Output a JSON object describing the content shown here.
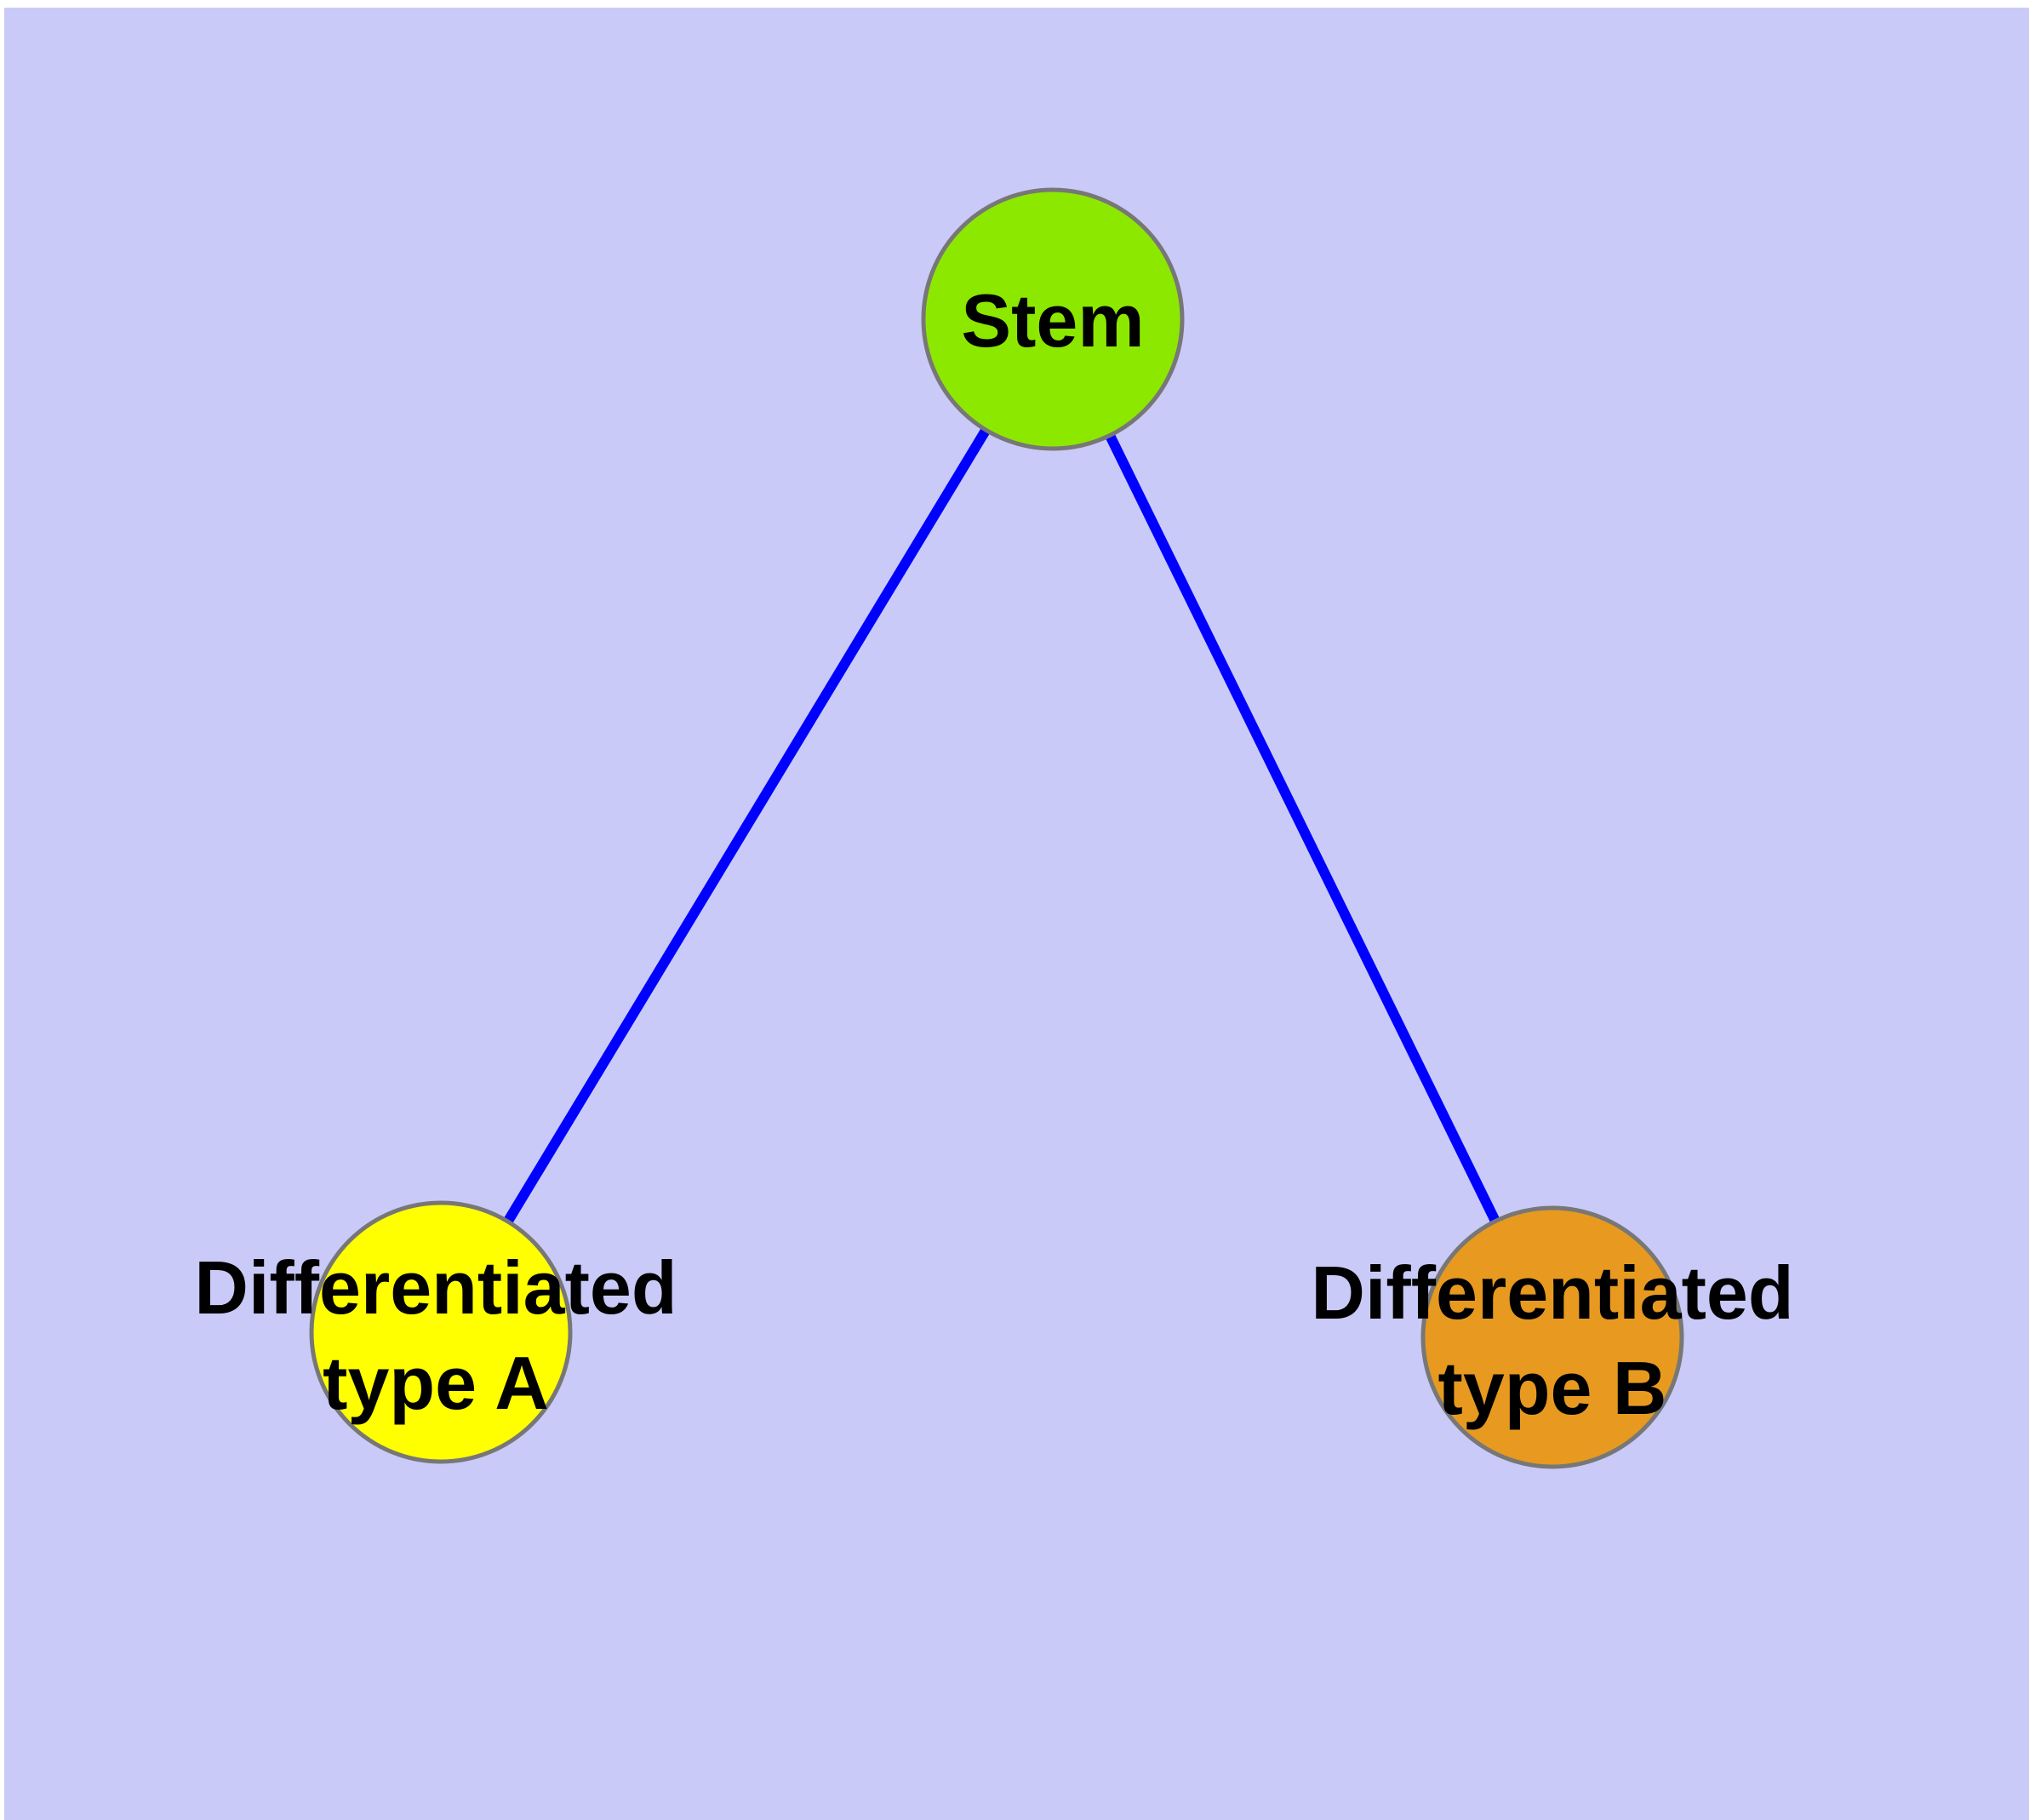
{
  "figure": {
    "background_color": "#CACAF8",
    "margin_color": "#FFFFFF",
    "edge_color": "#0000FF",
    "node_border_color": "#777777",
    "text_color": "#000000"
  },
  "graph": {
    "nodes": [
      {
        "id": "stem",
        "label": "Stem",
        "label_line1": "Stem",
        "label_line2": "",
        "fill": "#8DE800"
      },
      {
        "id": "diff-a",
        "label": "Differentiated type A",
        "label_line1": "Differentiated",
        "label_line2": "type A",
        "fill": "#FFFF00"
      },
      {
        "id": "diff-b",
        "label": "Differentiated type B",
        "label_line1": "Differentiated",
        "label_line2": "type B",
        "fill": "#E79A1F"
      }
    ],
    "edges": [
      {
        "from": "Stem",
        "to": "Differentiated type A"
      },
      {
        "from": "Stem",
        "to": "Differentiated type B"
      }
    ]
  }
}
